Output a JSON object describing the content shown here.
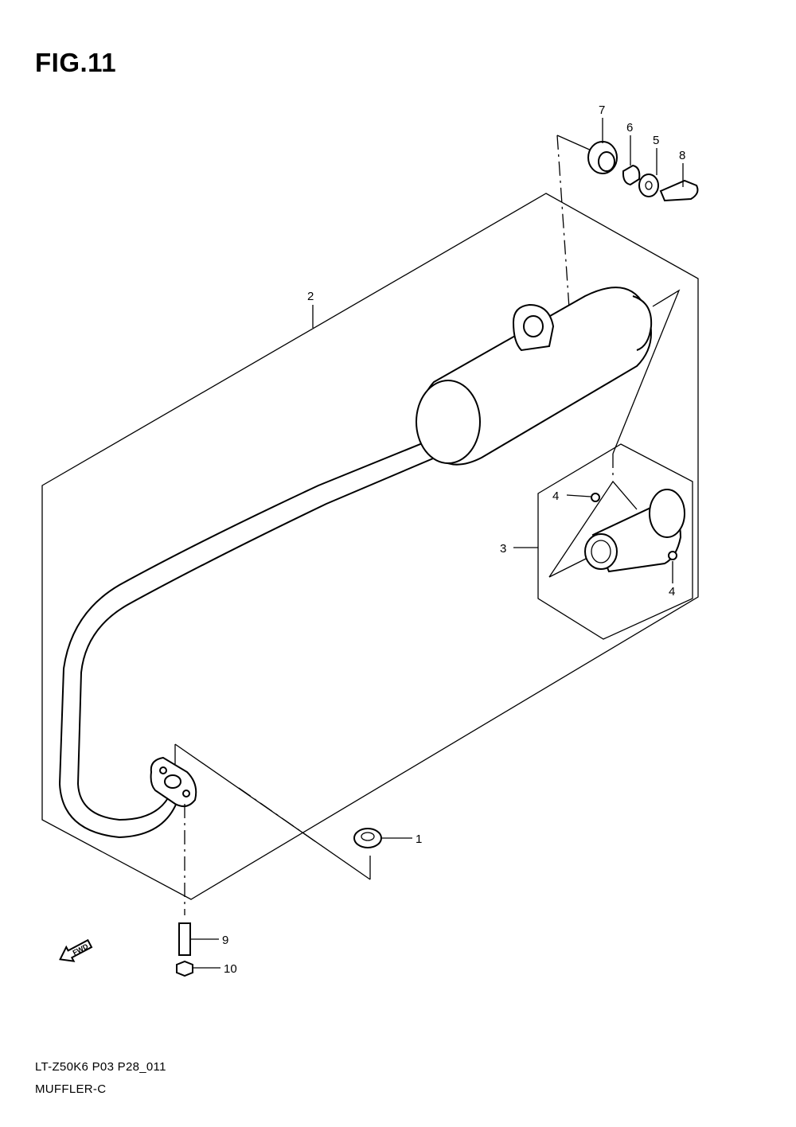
{
  "figure": {
    "title": "FIG.11",
    "model_code": "LT-Z50K6 P03 P28_011",
    "name": "MUFFLER-C"
  },
  "callouts": {
    "c1": "1",
    "c2": "2",
    "c3": "3",
    "c4a": "4",
    "c4b": "4",
    "c5": "5",
    "c6": "6",
    "c7": "7",
    "c8": "8",
    "c9": "9",
    "c10": "10"
  },
  "fwd_label": "FWD"
}
